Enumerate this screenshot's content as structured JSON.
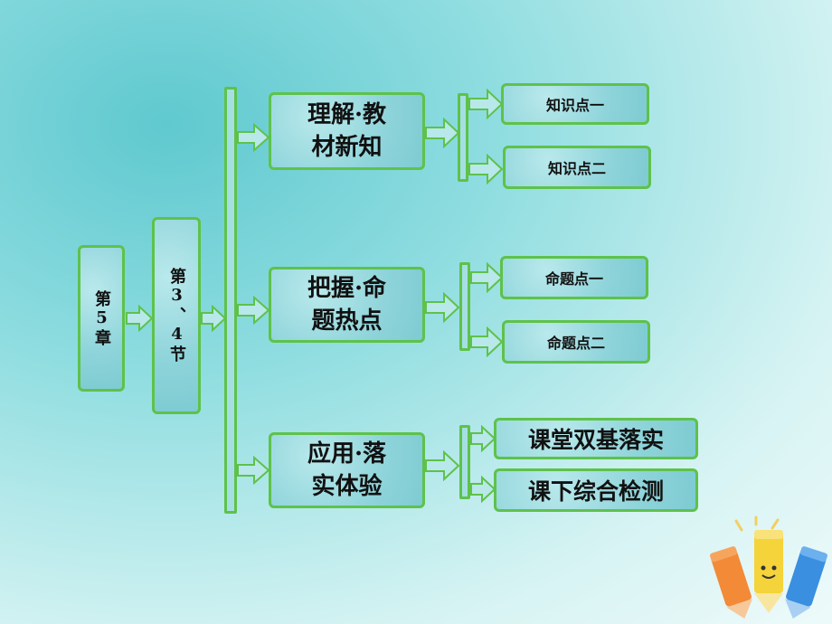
{
  "chapter": {
    "text": "第5章"
  },
  "section": {
    "text": "第3、4节"
  },
  "branches": [
    {
      "line1": "理解·教",
      "line2": "材新知",
      "items": [
        "知识点一",
        "知识点二"
      ]
    },
    {
      "line1": "把握·命",
      "line2": "题热点",
      "items": [
        "命题点一",
        "命题点二"
      ]
    },
    {
      "line1": "应用·落",
      "line2": "实体验",
      "items": [
        "课堂双基落实",
        "课下综合检测"
      ]
    }
  ]
}
